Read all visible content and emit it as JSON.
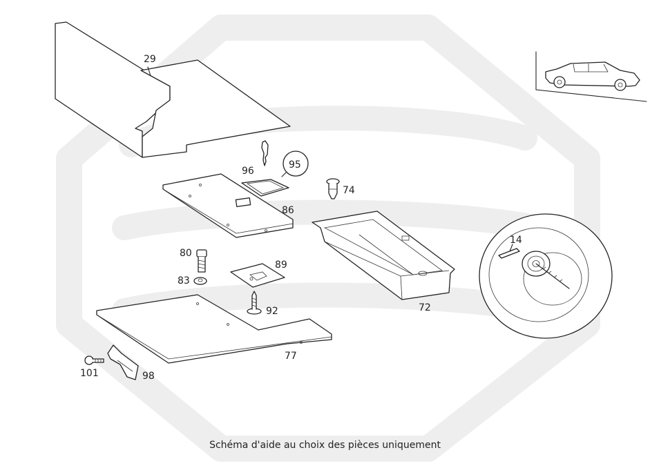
{
  "parts": [
    {
      "id": "29",
      "label": "29"
    },
    {
      "id": "96",
      "label": "96"
    },
    {
      "id": "95",
      "label": "95"
    },
    {
      "id": "74",
      "label": "74"
    },
    {
      "id": "86",
      "label": "86"
    },
    {
      "id": "80",
      "label": "80"
    },
    {
      "id": "89",
      "label": "89"
    },
    {
      "id": "83",
      "label": "83"
    },
    {
      "id": "92",
      "label": "92"
    },
    {
      "id": "72",
      "label": "72"
    },
    {
      "id": "14",
      "label": "14"
    },
    {
      "id": "77",
      "label": "77"
    },
    {
      "id": "101",
      "label": "101"
    },
    {
      "id": "98",
      "label": "98"
    }
  ],
  "caption": "Schéma d'aide au choix des pièces uniquement"
}
